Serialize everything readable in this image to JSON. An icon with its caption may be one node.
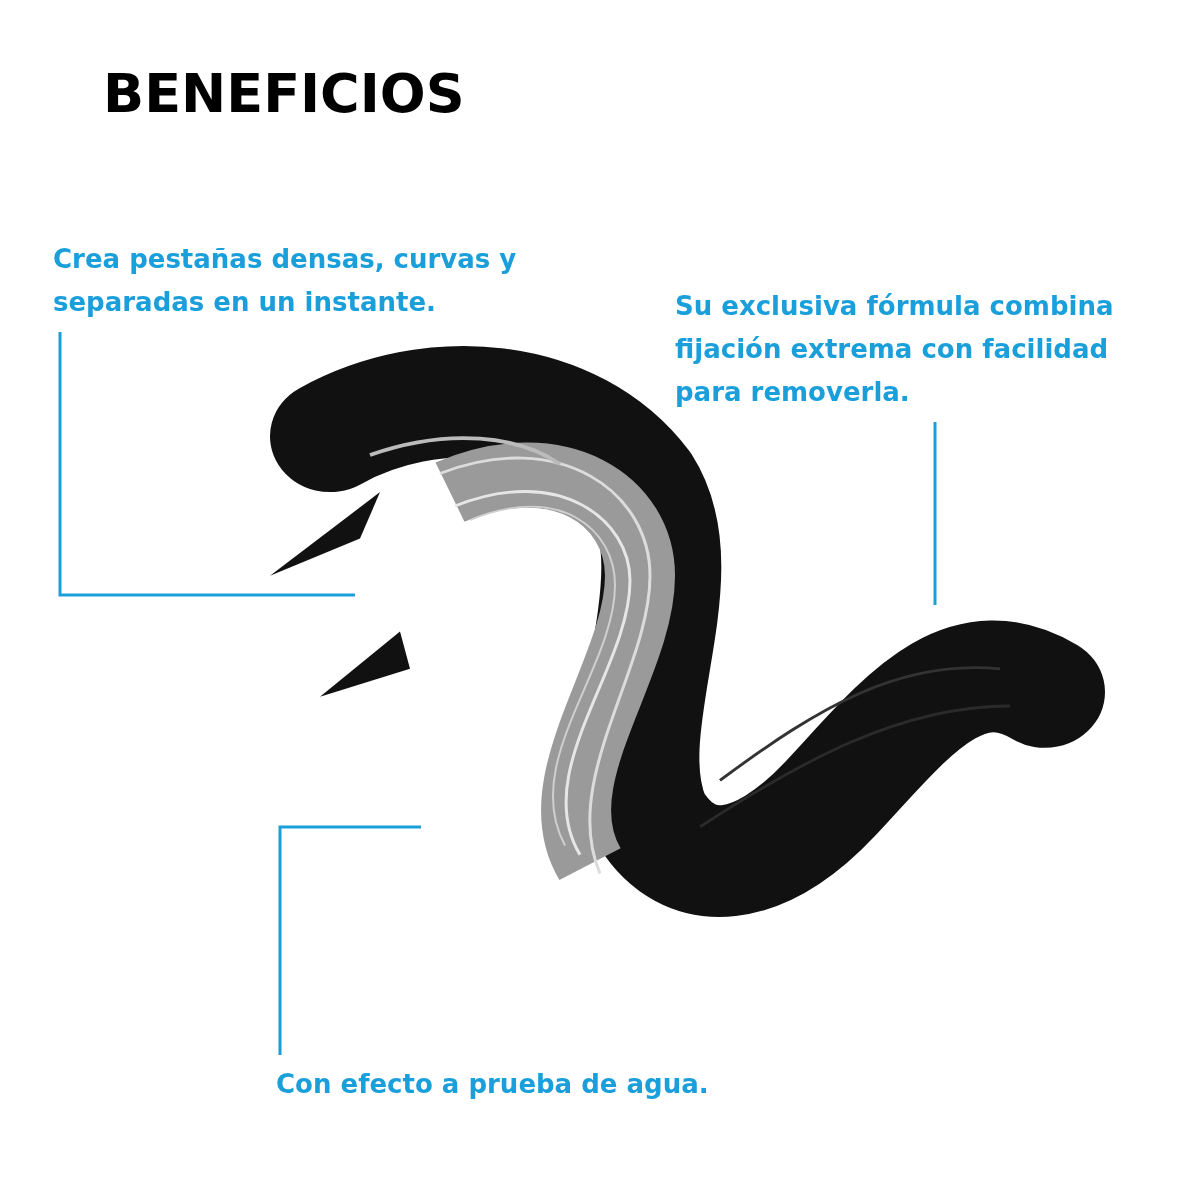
{
  "diagram": {
    "title": "BENEFICIOS",
    "nodes": [
      {
        "text": [
          "Crea pestañas densas, curvas y separadas en un instante."
        ]
      },
      {
        "text": [
          "Su exclusiva fórmula combina fijación extrema con facilidad para removerla."
        ]
      },
      {
        "text": [
          "Con efecto a prueba de agua."
        ]
      }
    ],
    "edges": [
      {
        "from": 0,
        "to": null,
        "arrow": "none"
      },
      {
        "from": 1,
        "to": null,
        "arrow": "none"
      },
      {
        "from": 2,
        "to": null,
        "arrow": "none"
      }
    ]
  }
}
